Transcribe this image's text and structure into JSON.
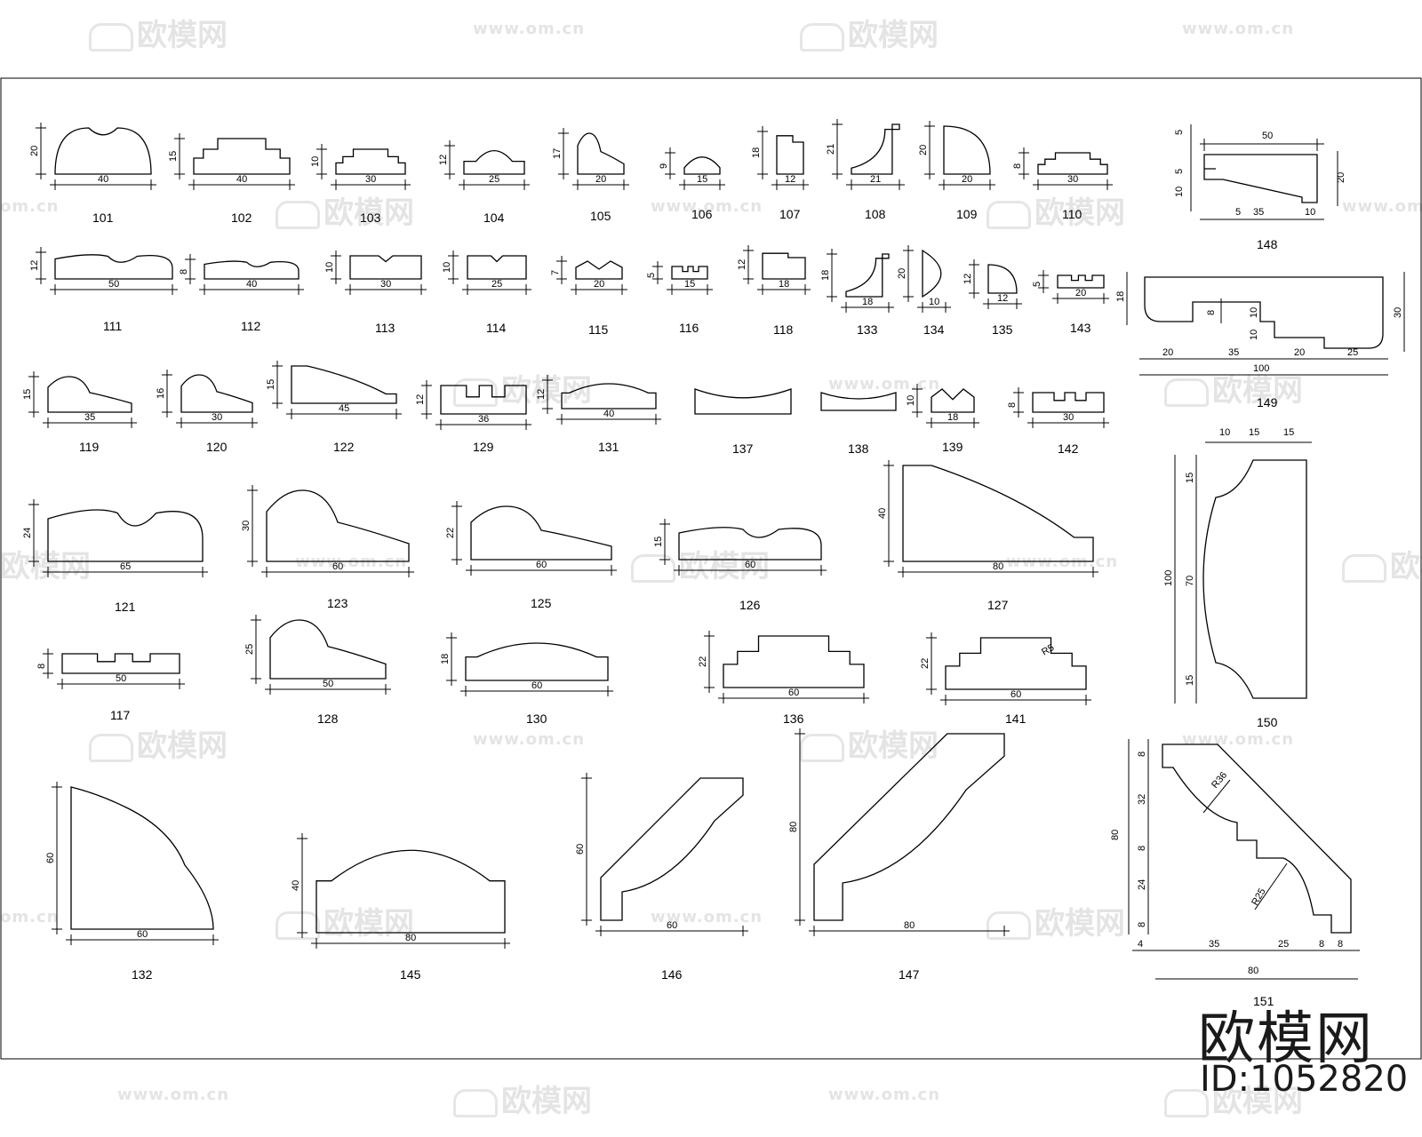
{
  "watermarks": {
    "brand": "欧模网",
    "url": "www.om.cn",
    "url_partial": "om.cn"
  },
  "brand_mark": {
    "title": "欧模网",
    "id": "ID:1052820"
  },
  "profiles": [
    {
      "id": "101",
      "w": "40",
      "h": "20"
    },
    {
      "id": "102",
      "w": "40",
      "h": "15"
    },
    {
      "id": "103",
      "w": "30",
      "h": "10"
    },
    {
      "id": "104",
      "w": "25",
      "h": "12"
    },
    {
      "id": "105",
      "w": "20",
      "h": "17"
    },
    {
      "id": "106",
      "w": "15",
      "h": "9"
    },
    {
      "id": "107",
      "w": "12",
      "h": "18"
    },
    {
      "id": "108",
      "w": "21",
      "h": "21"
    },
    {
      "id": "109",
      "w": "20",
      "h": "20"
    },
    {
      "id": "110",
      "w": "30",
      "h": "8"
    },
    {
      "id": "111",
      "w": "50",
      "h": "12"
    },
    {
      "id": "112",
      "w": "40",
      "h": "8"
    },
    {
      "id": "113",
      "w": "30",
      "h": "10"
    },
    {
      "id": "114",
      "w": "25",
      "h": "10"
    },
    {
      "id": "115",
      "w": "20",
      "h": "7"
    },
    {
      "id": "116",
      "w": "15",
      "h": "5"
    },
    {
      "id": "118",
      "w": "18",
      "h": "12"
    },
    {
      "id": "133",
      "w": "18",
      "h": "18"
    },
    {
      "id": "134",
      "w": "10",
      "h": "20"
    },
    {
      "id": "135",
      "w": "12",
      "h": "12"
    },
    {
      "id": "143",
      "w": "20",
      "h": "5"
    },
    {
      "id": "119",
      "w": "35",
      "h": "15"
    },
    {
      "id": "120",
      "w": "30",
      "h": "16"
    },
    {
      "id": "122",
      "w": "45",
      "h": "15"
    },
    {
      "id": "129",
      "w": "36",
      "h": "12"
    },
    {
      "id": "131",
      "w": "40",
      "h": "12"
    },
    {
      "id": "137",
      "w": "",
      "h": ""
    },
    {
      "id": "138",
      "w": "",
      "h": ""
    },
    {
      "id": "139",
      "w": "18",
      "h": "10"
    },
    {
      "id": "142",
      "w": "30",
      "h": "8"
    },
    {
      "id": "121",
      "w": "65",
      "h": "24"
    },
    {
      "id": "123",
      "w": "60",
      "h": "30"
    },
    {
      "id": "125",
      "w": "60",
      "h": "22"
    },
    {
      "id": "126",
      "w": "60",
      "h": "15"
    },
    {
      "id": "127",
      "w": "80",
      "h": "40"
    },
    {
      "id": "117",
      "w": "50",
      "h": "8"
    },
    {
      "id": "128",
      "w": "50",
      "h": "25"
    },
    {
      "id": "130",
      "w": "60",
      "h": "18"
    },
    {
      "id": "136",
      "w": "60",
      "h": "22"
    },
    {
      "id": "141",
      "w": "60",
      "h": "22",
      "r": "R5"
    },
    {
      "id": "132",
      "w": "60",
      "h": "60"
    },
    {
      "id": "145",
      "w": "80",
      "h": "40"
    },
    {
      "id": "146",
      "w": "60",
      "h": "60"
    },
    {
      "id": "147",
      "w": "80",
      "h": "80"
    }
  ],
  "detail_148": {
    "id": "148",
    "top": "50",
    "left_top": "5",
    "left_mid": "5",
    "left_low": "10",
    "right": "20",
    "bottom_a": "5",
    "bottom_b": "35",
    "bottom_c": "10"
  },
  "detail_149": {
    "id": "149",
    "h_left": "18",
    "h_right": "30",
    "mid_a": "8",
    "mid_b": "10",
    "mid_c": "10",
    "b1": "20",
    "b2": "35",
    "b3": "20",
    "b4": "25",
    "total": "100"
  },
  "detail_150": {
    "id": "150",
    "t1": "10",
    "t2": "15",
    "t3": "15",
    "l1": "15",
    "l2": "70",
    "l3": "15",
    "total": "100"
  },
  "detail_151": {
    "id": "151",
    "total_h": "80",
    "h1": "8",
    "h2": "32",
    "h3": "8",
    "h4": "24",
    "h5": "8",
    "b0": "4",
    "b1": "35",
    "b2": "25",
    "b3": "8",
    "b4": "8",
    "total_w": "80",
    "r1": "R36",
    "r2": "R25"
  }
}
